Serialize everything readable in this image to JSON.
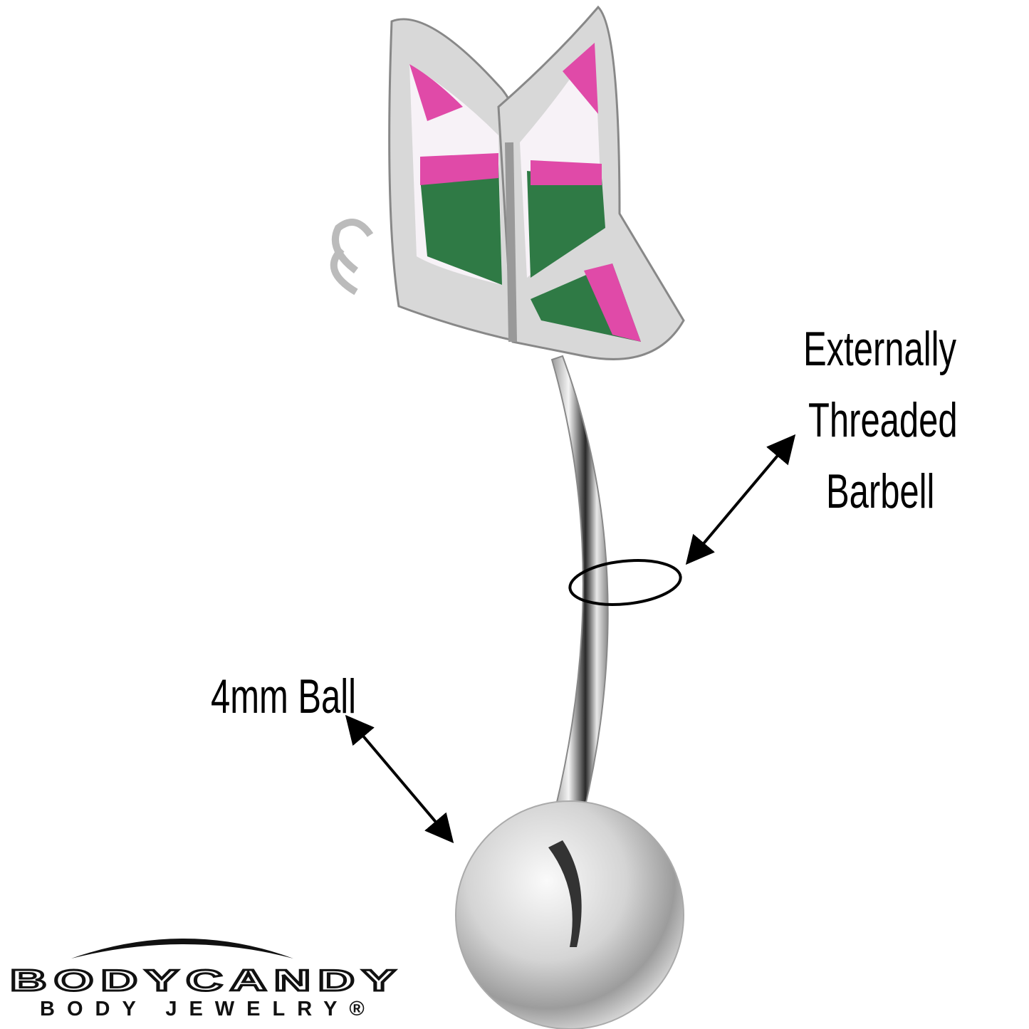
{
  "annotations": {
    "barbell_label": [
      "Externally",
      "Threaded",
      "Barbell"
    ],
    "ball_label": "4mm Ball"
  },
  "logo": {
    "brand": "BODYCANDY",
    "tagline": "BODY JEWELRY®"
  },
  "colors": {
    "metal": "#c9c9c9",
    "wing_pink": "#e04aa8",
    "wing_green": "#2f7a45",
    "wing_white": "#f7f2f7",
    "text": "#000000"
  }
}
